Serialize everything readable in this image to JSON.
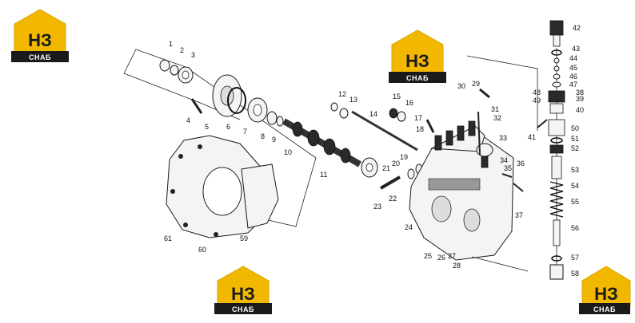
{
  "logos": [
    {
      "top": "НЗ",
      "bottom": "СНАБ"
    },
    {
      "top": "НЗ",
      "bottom": "СНАБ"
    },
    {
      "top": "НЗ",
      "bottom": "СНАБ"
    },
    {
      "top": "НЗ",
      "bottom": "СНАБ"
    }
  ],
  "callouts": [
    "1",
    "2",
    "3",
    "4",
    "5",
    "6",
    "7",
    "8",
    "9",
    "10",
    "11",
    "12",
    "13",
    "14",
    "15",
    "16",
    "17",
    "18",
    "19",
    "20",
    "21",
    "22",
    "23",
    "24",
    "25",
    "26",
    "27",
    "28",
    "29",
    "30",
    "31",
    "32",
    "33",
    "34",
    "35",
    "36",
    "37",
    "38",
    "39",
    "40",
    "41",
    "42",
    "43",
    "44",
    "45",
    "46",
    "47",
    "48",
    "49",
    "50",
    "51",
    "52",
    "53",
    "54",
    "55",
    "56",
    "57",
    "58",
    "59",
    "60",
    "61"
  ]
}
